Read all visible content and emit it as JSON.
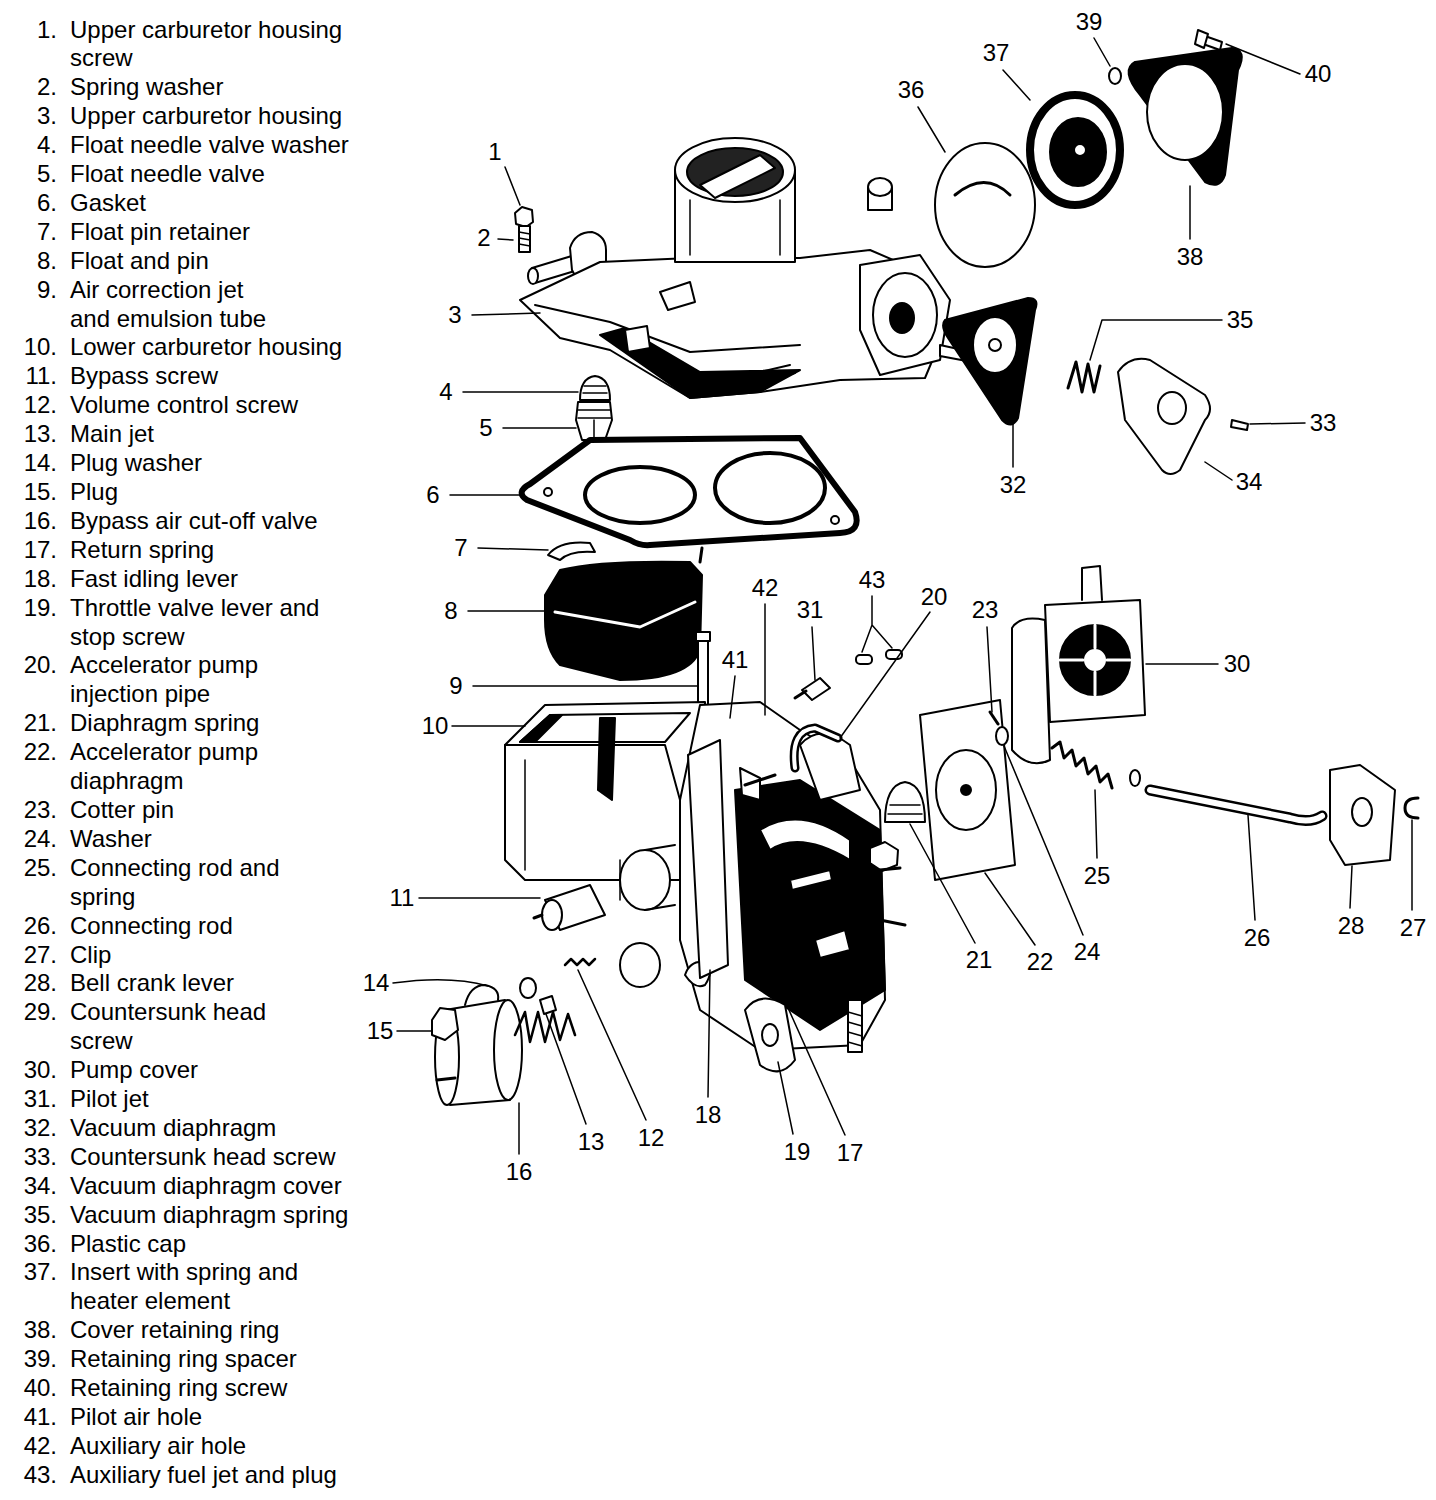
{
  "diagram": {
    "labels": [
      "1.",
      "Upper carburetor housing screw",
      "2.",
      "Spring washer",
      "3.",
      "Upper carburetor housing",
      "4.",
      "Float needle valve washer",
      "5.",
      "Float needle valve",
      "6.",
      "Gasket",
      "7.",
      "Float pin retainer",
      "8.",
      "Float and pin",
      "9.",
      "Air correction jet and emulsion tube",
      "10.",
      "Lower carburetor housing",
      "11.",
      "Bypass screw",
      "12.",
      "Volume control screw",
      "13.",
      "Main jet",
      "14.",
      "Plug washer",
      "15.",
      "Plug",
      "16.",
      "Bypass air cut-off valve",
      "17.",
      "Return spring",
      "18.",
      "Fast idling lever",
      "19.",
      "Throttle valve lever and stop screw",
      "20.",
      "Accelerator pump injection pipe",
      "21.",
      "Diaphragm spring",
      "22.",
      "Accelerator pump diaphragm",
      "23.",
      "Cotter pin",
      "24.",
      "Washer",
      "25.",
      "Connecting rod and spring",
      "26.",
      "Connecting rod",
      "27.",
      "Clip",
      "28.",
      "Bell crank lever",
      "29.",
      "Countersunk head screw",
      "30.",
      "Pump cover",
      "31.",
      "Pilot jet",
      "32.",
      "Vacuum diaphragm",
      "33.",
      "Countersunk head screw",
      "34.",
      "Vacuum diaphragm cover",
      "35.",
      "Vacuum diaphragm spring",
      "36.",
      "Plastic cap",
      "37.",
      "Insert with spring and heater element",
      "38.",
      "Cover retaining ring",
      "39.",
      "Retaining ring spacer",
      "40.",
      "Retaining ring screw",
      "41.",
      "Pilot air hole",
      "42.",
      "Auxiliary air hole",
      "43.",
      "Auxiliary fuel jet and plug",
      "1",
      "2",
      "3",
      "4",
      "5",
      "6",
      "7",
      "8",
      "9",
      "10",
      "11",
      "12",
      "13",
      "14",
      "15",
      "16",
      "17",
      "18",
      "19",
      "20",
      "21",
      "22",
      "23",
      "24",
      "25",
      "26",
      "27",
      "28",
      "30",
      "31",
      "32",
      "33",
      "34",
      "35",
      "36",
      "37",
      "38",
      "39",
      "40",
      "41",
      "42",
      "43"
    ]
  }
}
